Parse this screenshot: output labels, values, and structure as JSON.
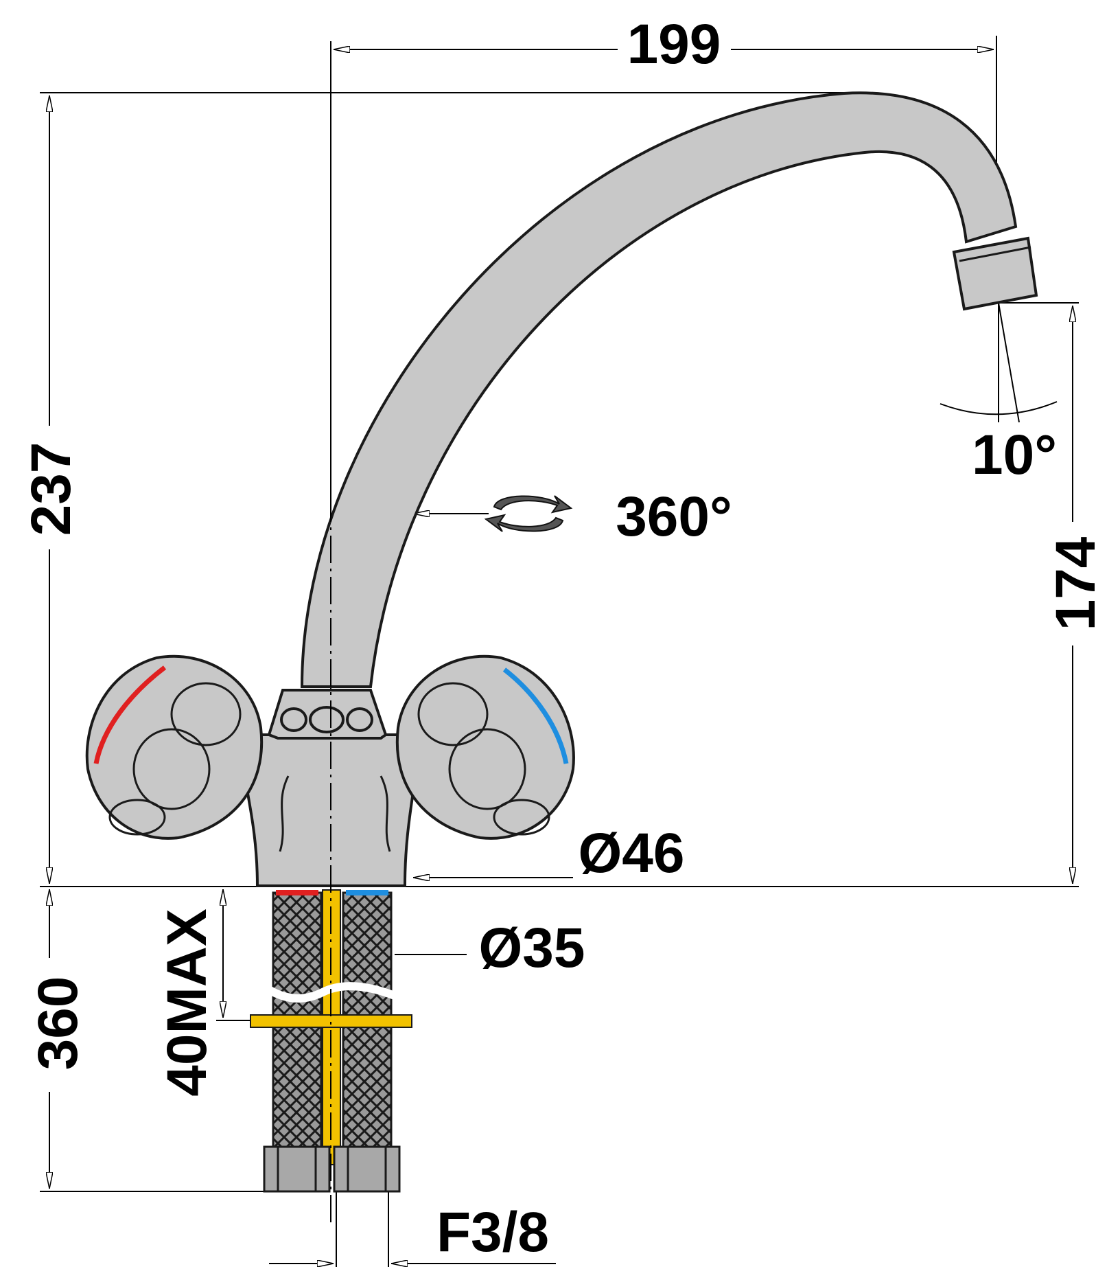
{
  "dimensions": {
    "spout_reach": "199",
    "total_height": "237",
    "spout_height": "174",
    "spout_tilt": "10°",
    "rotation": "360°",
    "base_diameter": "Ø46",
    "hole_diameter": "Ø35",
    "hose_length": "360",
    "max_thickness": "40MAX",
    "connection": "F3/8"
  },
  "colors": {
    "hot": "#e02020",
    "cold": "#1e8ee0",
    "brass": "#f2c200",
    "chrome": "#c8c8c8"
  },
  "icons": [
    "rotation-arrows-icon"
  ]
}
